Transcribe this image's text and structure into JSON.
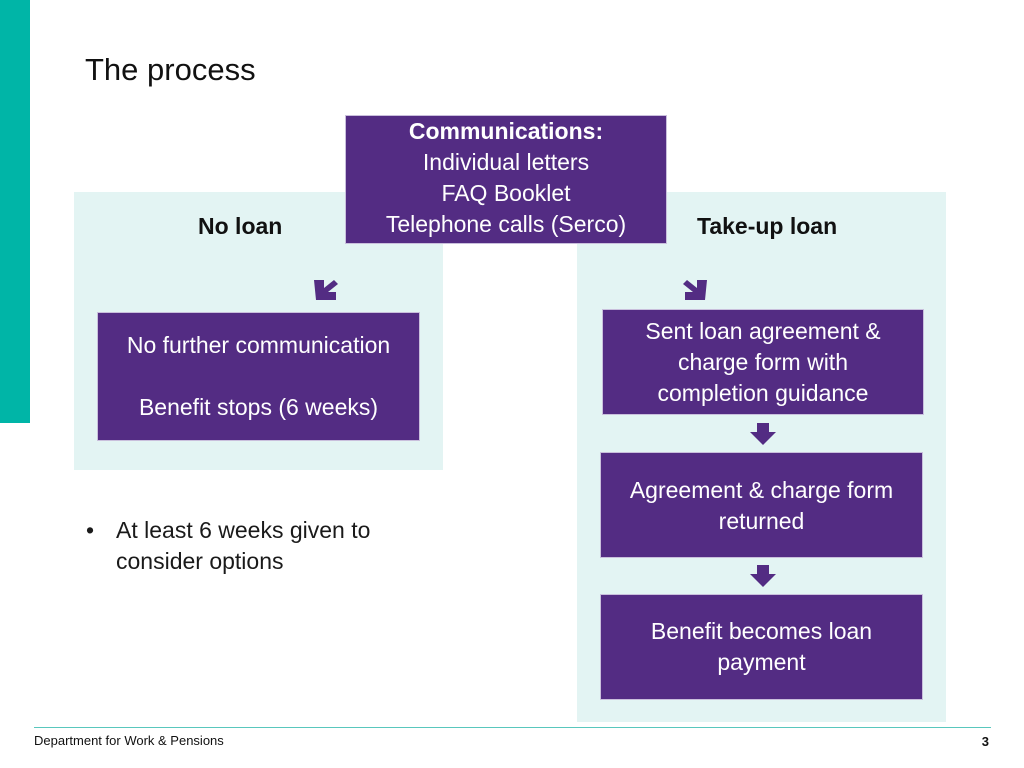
{
  "slide": {
    "title": "The process"
  },
  "colors": {
    "accent": "#00b5a7",
    "box": "#532c83",
    "panel": "#e3f4f3"
  },
  "communications": {
    "heading": "Communications:",
    "lines": [
      "Individual letters",
      "FAQ Booklet",
      "Telephone calls (Serco)"
    ]
  },
  "no_loan": {
    "label": "No loan",
    "box_line1": "No further communication",
    "box_line2": "Benefit stops (6 weeks)"
  },
  "take_up_loan": {
    "label": "Take-up loan",
    "steps": [
      {
        "lines": [
          "Sent loan agreement &",
          "charge form with",
          "completion guidance"
        ]
      },
      {
        "lines": [
          "Agreement & charge form",
          "returned"
        ]
      },
      {
        "lines": [
          "Benefit becomes loan",
          "payment"
        ]
      }
    ]
  },
  "bullets": [
    {
      "lines": [
        "At least 6 weeks given to",
        "consider options"
      ]
    }
  ],
  "footer": {
    "organisation": "Department for Work & Pensions",
    "page_number": "3"
  }
}
